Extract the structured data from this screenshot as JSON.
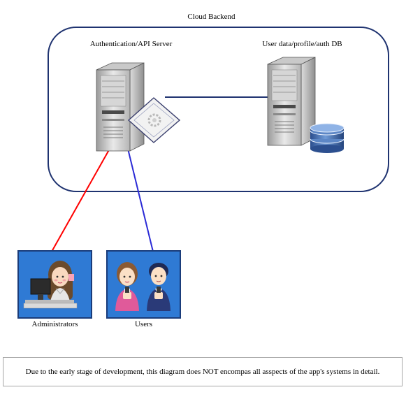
{
  "group": {
    "label": "Cloud Backend"
  },
  "nodes": {
    "api_server": {
      "label": "Authentication/API Server"
    },
    "database": {
      "label": "User data/profile/auth DB"
    },
    "administrators": {
      "label": "Administrators"
    },
    "users": {
      "label": "Users"
    }
  },
  "edges": [
    {
      "from": "api_server",
      "to": "database",
      "color": "#1f3370"
    },
    {
      "from": "api_server",
      "to": "administrators",
      "color": "#ff0000"
    },
    {
      "from": "api_server",
      "to": "users",
      "color": "#2b2bd6"
    }
  ],
  "colors": {
    "group_border": "#1f3370",
    "persona_bg": "#2f7ad4",
    "persona_border": "#1a3c7a"
  },
  "footnote": "Due to the early stage of development, this diagram does NOT encompas all asspects of the app's systems in detail."
}
